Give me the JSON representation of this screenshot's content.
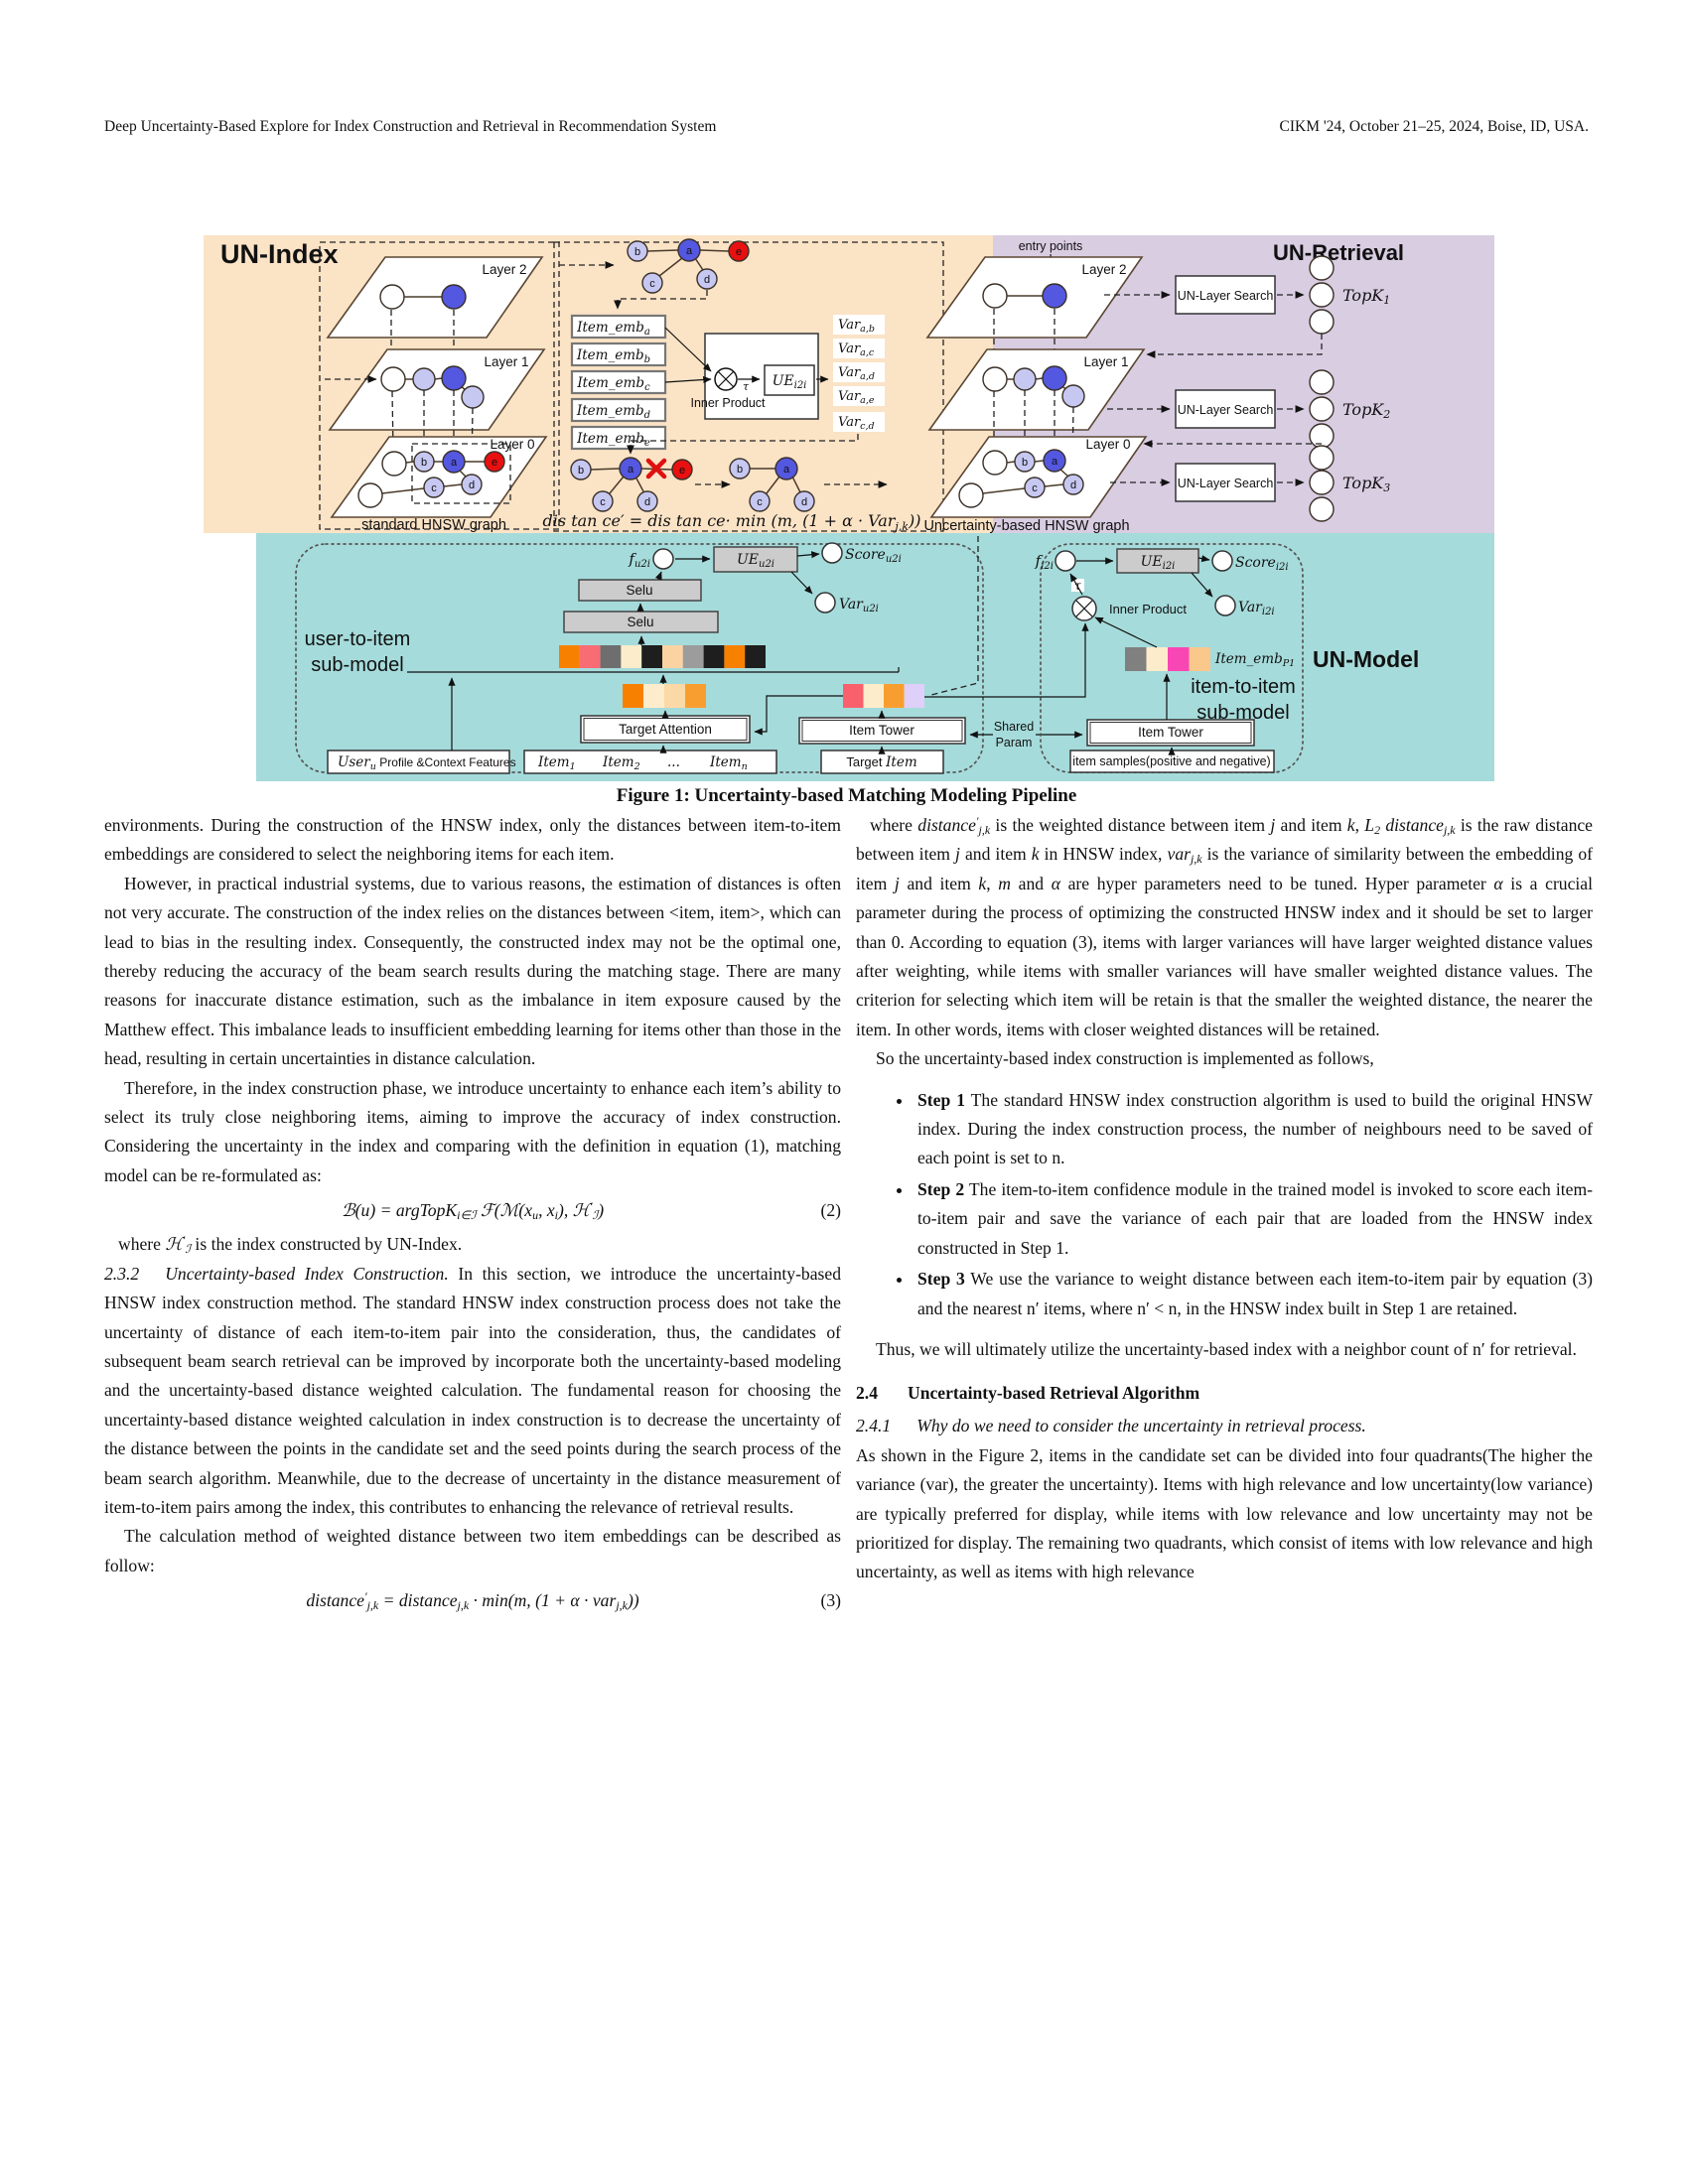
{
  "page": {
    "header_left": "Deep Uncertainty-Based Explore for Index Construction and Retrieval in Recommendation System",
    "header_right": "CIKM '24, October 21–25, 2024, Boise, ID, USA.",
    "figure_caption": "Figure 1: Uncertainty-based Matching Modeling Pipeline"
  },
  "figure": {
    "colors": {
      "peach": "#fbe3c6",
      "purple": "#d9cde2",
      "teal": "#a6dbdb",
      "node_blue": "#5457e0",
      "node_lavender": "#c6c8f2",
      "node_red": "#e81010",
      "bar_user": [
        "#f88000",
        "#f86c74",
        "#6e6e6e",
        "#fdeccb",
        "#1e1e1e",
        "#fbd3a2",
        "#9c9c9c",
        "#1e1e1e",
        "#f88000",
        "#1e1e1e"
      ],
      "bar_attention": [
        "#f88000",
        "#fdeccb",
        "#fbd9a6",
        "#f89e30"
      ],
      "bar_tower": [
        "#f8606c",
        "#fdeccb",
        "#f89e30",
        "#ded0f8"
      ],
      "bar_p1": [
        "#808080",
        "#fdeccb",
        "#f846b4",
        "#fbc88c"
      ]
    },
    "un_index_label": "UN-Index",
    "un_retrieval_label": "UN-Retrieval",
    "un_model_label": "UN-Model",
    "entry_points_label": "entry points",
    "layer2": "Layer 2",
    "layer1": "Layer 1",
    "layer0": "Layer 0",
    "standard_graph_caption": "standard HNSW graph",
    "uncertainty_graph_caption": "Uncertainty-based HNSW graph",
    "nodes": {
      "a": "a",
      "b": "b",
      "c": "c",
      "d": "d",
      "e": "e"
    },
    "item_embs": [
      {
        "main": "Item_emb",
        "sub": "a"
      },
      {
        "main": "Item_emb",
        "sub": "b"
      },
      {
        "main": "Item_emb",
        "sub": "c"
      },
      {
        "main": "Item_emb",
        "sub": "d"
      },
      {
        "main": "Item_emb",
        "sub": "e"
      }
    ],
    "inner_product_label": "Inner Product",
    "tau": "τ",
    "ue_i2i": {
      "main": "UE",
      "sub": "i2i"
    },
    "vars": [
      {
        "main": "Var",
        "sub": "a,b"
      },
      {
        "main": "Var",
        "sub": "a,c"
      },
      {
        "main": "Var",
        "sub": "a,d"
      },
      {
        "main": "Var",
        "sub": "a,e"
      },
      {
        "main": "Var",
        "sub": "c,d"
      }
    ],
    "weighted_formula": {
      "pre": "dis tan ce′ = dis tan ce· min (m, (1 + α · Var",
      "sub": "j,k",
      "post": "))"
    },
    "un_layer_search": "UN-Layer Search",
    "topk": [
      {
        "main": "TopK",
        "sub": "1"
      },
      {
        "main": "TopK",
        "sub": "2"
      },
      {
        "main": "TopK",
        "sub": "3"
      }
    ],
    "u2i_label_1": "user-to-item",
    "u2i_label_2": "sub-model",
    "i2i_label_1": "item-to-item",
    "i2i_label_2": "sub-model",
    "f_u2i": {
      "main": "f",
      "sub": "u2i"
    },
    "ue_u2i": {
      "main": "UE",
      "sub": "u2i"
    },
    "score_u2i": {
      "main": "Score",
      "sub": "u2i"
    },
    "var_u2i": {
      "main": "Var",
      "sub": "u2i"
    },
    "f_i2i": {
      "main": "f",
      "sub": "i2i"
    },
    "score_i2i": {
      "main": "Score",
      "sub": "i2i"
    },
    "var_i2i": {
      "main": "Var",
      "sub": "i2i"
    },
    "selu": "Selu",
    "target_attention": "Target Attention",
    "item_tower": "Item Tower",
    "shared_1": "Shared",
    "shared_2": "Param",
    "user_box": {
      "main": "User",
      "sub": "u",
      "rest": " Profile &Context Features"
    },
    "items": [
      {
        "main": "Item",
        "sub": "1"
      },
      {
        "main": "Item",
        "sub": "2"
      },
      {
        "main": "...",
        "sub": ""
      },
      {
        "main": "Item",
        "sub": "n"
      }
    ],
    "target_item": {
      "pre": "Target ",
      "main": "Item"
    },
    "item_emb_p1": {
      "main": "Item_emb",
      "sub": "P1"
    },
    "samples_box": "item samples(positive and negative)"
  },
  "left_col": {
    "p1": "environments. During the construction of the HNSW index, only the distances between item-to-item embeddings are considered to select the neighboring items for each item.",
    "p2": "However, in practical industrial systems, due to various reasons, the estimation of distances is often not very accurate. The construction of the index relies on the distances between <item, item>, which can lead to bias in the resulting index. Consequently, the constructed index may not be the optimal one, thereby reducing the accuracy of the beam search results during the matching stage. There are many reasons for inaccurate distance estimation, such as the imbalance in item exposure caused by the Matthew effect. This imbalance leads to insufficient embedding learning for items other than those in the head, resulting in certain uncertainties in distance calculation.",
    "p3": "Therefore, in the index construction phase, we introduce uncertainty to enhance each item’s ability to select its truly close neighboring items, aiming to improve the accuracy of index construction. Considering the uncertainty in the index and comparing with the definition in equation (1), matching model can be re-formulated as:",
    "eq2_runs": [
      {
        "t": "ℬ(u) = argTopK",
        "s": "i"
      },
      {
        "t": "i∈ℐ",
        "s": "sub"
      },
      {
        "t": " ℱ(ℳ(x",
        "s": "i"
      },
      {
        "t": "u",
        "s": "sub"
      },
      {
        "t": ", x",
        "s": "i"
      },
      {
        "t": "i",
        "s": "sub"
      },
      {
        "t": "), ℋ",
        "s": "i"
      },
      {
        "t": "′",
        "s": "sup"
      },
      {
        "t": "ℐ",
        "s": "sub"
      },
      {
        "t": ")",
        "s": "i"
      }
    ],
    "eq2_num": "(2)",
    "p_where_runs": [
      {
        "t": "where ",
        "s": "n"
      },
      {
        "t": "ℋ",
        "s": "i"
      },
      {
        "t": "′",
        "s": "sup"
      },
      {
        "t": "ℐ",
        "s": "sub"
      },
      {
        "t": " is the index constructed by UN-Index.",
        "s": "n"
      }
    ],
    "h232_num": "2.3.2",
    "h232_title": "Uncertainty-based Index Construction.",
    "p5": " In this section, we introduce the uncertainty-based HNSW index construction method. The standard HNSW index construction process does not take the uncertainty of distance of each item-to-item pair into the consideration, thus, the candidates of subsequent beam search retrieval can be improved by incorporate both the uncertainty-based modeling and the uncertainty-based distance weighted calculation. The fundamental reason for choosing the uncertainty-based distance weighted calculation in index construction is to decrease the uncertainty of the distance between the points in the candidate set and the seed points during the search process of the beam search algorithm. Meanwhile, due to the decrease of uncertainty in the distance measurement of item-to-item pairs among the index, this contributes to enhancing the relevance of retrieval results.",
    "p6": "The calculation method of weighted distance between two item embeddings can be described as follow:",
    "eq3_runs": [
      {
        "t": "distance",
        "s": "i"
      },
      {
        "t": "′",
        "s": "sup"
      },
      {
        "t": "j,k",
        "s": "sub"
      },
      {
        "t": " = distance",
        "s": "i"
      },
      {
        "t": "j,k",
        "s": "sub"
      },
      {
        "t": " · min(m, (1 + α · var",
        "s": "i"
      },
      {
        "t": "j,k",
        "s": "sub"
      },
      {
        "t": "))",
        "s": "i"
      }
    ],
    "eq3_num": "(3)"
  },
  "right_col": {
    "p1_runs": [
      {
        "t": "where ",
        "s": "n"
      },
      {
        "t": "distance",
        "s": "i"
      },
      {
        "t": "′",
        "s": "sup"
      },
      {
        "t": "j,k",
        "s": "sub"
      },
      {
        "t": " is the weighted distance between item ",
        "s": "n"
      },
      {
        "t": "j",
        "s": "i"
      },
      {
        "t": " and item ",
        "s": "n"
      },
      {
        "t": "k",
        "s": "i"
      },
      {
        "t": ", ",
        "s": "n"
      },
      {
        "t": "L",
        "s": "i"
      },
      {
        "t": "2",
        "s": "sub"
      },
      {
        "t": " ",
        "s": "n"
      },
      {
        "t": "distance",
        "s": "i"
      },
      {
        "t": "j,k",
        "s": "sub"
      },
      {
        "t": " is the raw distance between item ",
        "s": "n"
      },
      {
        "t": "j",
        "s": "i"
      },
      {
        "t": " and item ",
        "s": "n"
      },
      {
        "t": "k",
        "s": "i"
      },
      {
        "t": " in HNSW index, ",
        "s": "n"
      },
      {
        "t": "var",
        "s": "i"
      },
      {
        "t": "j,k",
        "s": "sub"
      },
      {
        "t": " is the variance of similarity between the embedding of item ",
        "s": "n"
      },
      {
        "t": "j",
        "s": "i"
      },
      {
        "t": " and item ",
        "s": "n"
      },
      {
        "t": "k",
        "s": "i"
      },
      {
        "t": ", ",
        "s": "n"
      },
      {
        "t": "m",
        "s": "i"
      },
      {
        "t": " and ",
        "s": "n"
      },
      {
        "t": "α",
        "s": "i"
      },
      {
        "t": " are hyper parameters need to be tuned. Hyper parameter ",
        "s": "n"
      },
      {
        "t": "α",
        "s": "i"
      },
      {
        "t": " is a crucial parameter during the process of optimizing the constructed HNSW index and it should be set to larger than 0. According to equation (3), items with larger variances will have larger weighted distance values after weighting, while items with smaller variances will have smaller weighted distance values. The criterion for selecting which item will be retain is that the smaller the weighted distance, the nearer the item. In other words, items with closer weighted distances will be retained.",
        "s": "n"
      }
    ],
    "p2": "So the uncertainty-based index construction is implemented as follows,",
    "steps": [
      {
        "label": "Step 1",
        "text": " The standard HNSW index construction algorithm is used to build the original HNSW index. During the index construction process, the number of neighbours need to be saved of each point is set to n."
      },
      {
        "label": "Step 2",
        "text": " The item-to-item confidence module in the trained model is invoked to score each item-to-item pair and save the variance of each pair that are loaded from the HNSW index constructed in Step 1."
      },
      {
        "label": "Step 3",
        "text": " We use the variance to weight distance between each item-to-item pair by equation (3) and the nearest n′ items, where n′ < n, in the HNSW index built in Step 1 are retained."
      }
    ],
    "p3": "Thus, we will ultimately utilize the uncertainty-based index with a neighbor count of n′ for retrieval.",
    "h24_num": "2.4",
    "h24_title": "Uncertainty-based Retrieval Algorithm",
    "h241_num": "2.4.1",
    "h241_title": "Why do we need to consider the uncertainty in retrieval process.",
    "p4": "As shown in the Figure 2, items in the candidate set can be divided into four quadrants(The higher the variance (var), the greater the uncertainty). Items with high relevance and low uncertainty(low variance) are typically preferred for display, while items with low relevance and low uncertainty may not be prioritized for display. The remaining two quadrants, which consist of items with low relevance and high uncertainty, as well as items with high relevance"
  }
}
